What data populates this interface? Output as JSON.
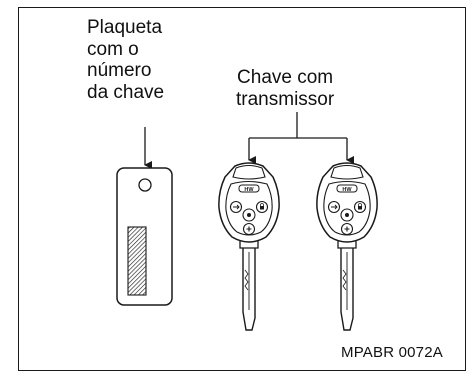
{
  "tag_label": [
    "Plaqueta",
    "com o",
    "número",
    "da chave"
  ],
  "key_label": [
    "Chave com",
    "transmissor"
  ],
  "figure_code": "MPABR 0072A",
  "remote_badge_text": "HW"
}
